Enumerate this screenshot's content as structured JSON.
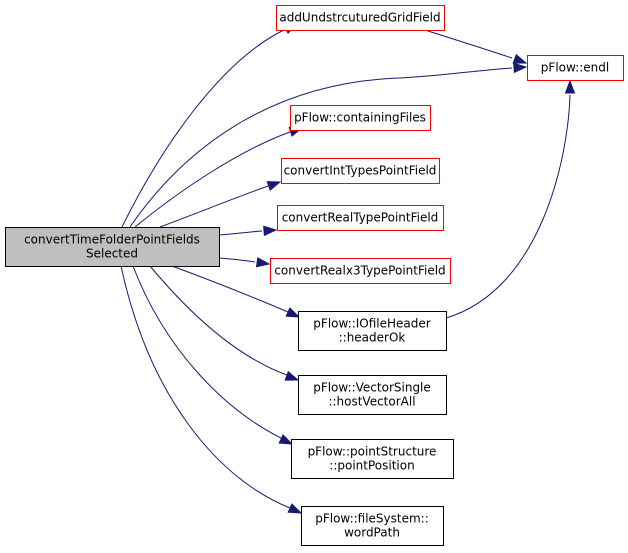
{
  "colors": {
    "edge": "#191970",
    "root_fill": "#bfbfbf",
    "root_border": "#000000",
    "linked_border": "#ff0000",
    "plain_border": "#000000",
    "node_fill": "#ffffff"
  },
  "root": {
    "lines": [
      "convertTimeFolderPointFields",
      "Selected"
    ]
  },
  "nodes": [
    {
      "id": "addUnstructuredGridField",
      "lines": [
        "addUndstrcuturedGridField"
      ],
      "border": "red"
    },
    {
      "id": "endl",
      "lines": [
        "pFlow::endl"
      ],
      "border": "red"
    },
    {
      "id": "containingFiles",
      "lines": [
        "pFlow::containingFiles"
      ],
      "border": "red"
    },
    {
      "id": "convertIntTypes",
      "lines": [
        "convertIntTypesPointField"
      ],
      "border": "red"
    },
    {
      "id": "convertRealType",
      "lines": [
        "convertRealTypePointField"
      ],
      "border": "red"
    },
    {
      "id": "convertRealx3Type",
      "lines": [
        "convertRealx3TypePointField"
      ],
      "border": "red"
    },
    {
      "id": "headerOk",
      "lines": [
        "pFlow::IOfileHeader",
        "::headerOk"
      ],
      "border": "black"
    },
    {
      "id": "hostVectorAll",
      "lines": [
        "pFlow::VectorSingle",
        "::hostVectorAll"
      ],
      "border": "black"
    },
    {
      "id": "pointPosition",
      "lines": [
        "pFlow::pointStructure",
        "::pointPosition"
      ],
      "border": "black"
    },
    {
      "id": "wordPath",
      "lines": [
        "pFlow::fileSystem::",
        "wordPath"
      ],
      "border": "black"
    }
  ],
  "edges": [
    {
      "from": "root",
      "to": "addUnstructuredGridField"
    },
    {
      "from": "root",
      "to": "endl"
    },
    {
      "from": "root",
      "to": "containingFiles"
    },
    {
      "from": "root",
      "to": "convertIntTypes"
    },
    {
      "from": "root",
      "to": "convertRealType"
    },
    {
      "from": "root",
      "to": "convertRealx3Type"
    },
    {
      "from": "root",
      "to": "headerOk"
    },
    {
      "from": "root",
      "to": "hostVectorAll"
    },
    {
      "from": "root",
      "to": "pointPosition"
    },
    {
      "from": "root",
      "to": "wordPath"
    },
    {
      "from": "addUnstructuredGridField",
      "to": "endl"
    },
    {
      "from": "headerOk",
      "to": "endl"
    }
  ]
}
